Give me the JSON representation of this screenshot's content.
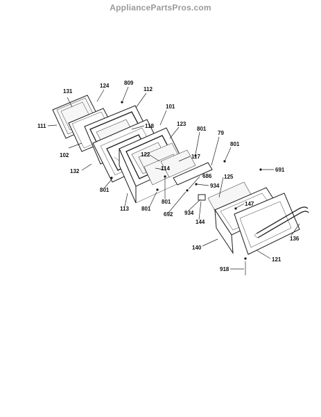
{
  "watermark": "AppliancePartsPros.com",
  "callouts": {
    "c131": "131",
    "c124": "124",
    "c809": "809",
    "c112": "112",
    "c111": "111",
    "c101": "101",
    "c118": "118",
    "c123": "123",
    "c801a": "801",
    "c79": "79",
    "c801b": "801",
    "c102": "102",
    "c122": "122",
    "c117": "117",
    "c114": "114",
    "c132": "132",
    "c686": "686",
    "c691": "691",
    "c125": "125",
    "c934a": "934",
    "c801c": "801",
    "c147": "147",
    "c801d": "801",
    "c113": "113",
    "c801e": "801",
    "c692": "692",
    "c934b": "934",
    "c144": "144",
    "c136": "136",
    "c140": "140",
    "c121": "121",
    "c918": "918"
  }
}
